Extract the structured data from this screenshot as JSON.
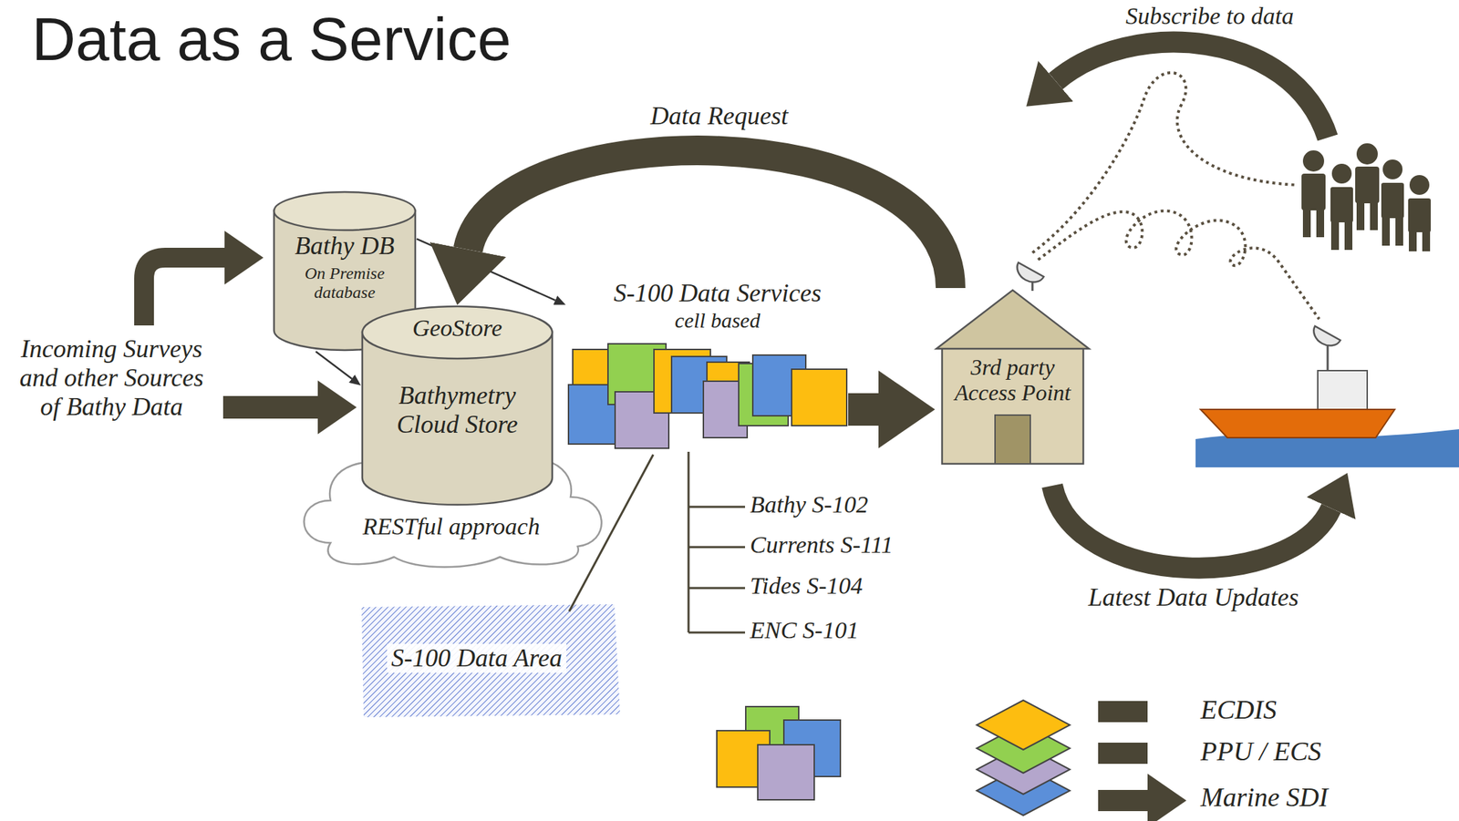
{
  "diagram": {
    "title": "Data as a Service",
    "nodes": [
      {
        "text": [
          "Bathy DB",
          "On Premise database"
        ]
      },
      {
        "text": [
          "GeoStore",
          "Bathymetry Cloud Store"
        ]
      },
      {
        "text": [
          "RESTful approach"
        ]
      },
      {
        "text": [
          "S-100 Data Services",
          "cell based"
        ]
      },
      {
        "text": [
          "3rd party Access Point"
        ]
      }
    ],
    "edges": [
      {
        "from": 0,
        "to": 1,
        "arrow": "to"
      },
      {
        "from": 0,
        "to": 3,
        "arrow": "to"
      },
      {
        "from": 3,
        "to": 4,
        "arrow": "to"
      },
      {
        "from": 4,
        "to": 1,
        "label": "Data Request",
        "arrow": "to"
      }
    ],
    "labels": [
      "Incoming Surveys and other Sources of Bathy Data",
      "Bathy S-102",
      "Currents S-111",
      "Tides S-104",
      "ENC S-101",
      "S-100 Data Area",
      "Subscribe to data",
      "Latest Data Updates",
      "ECDIS",
      "PPU / ECS",
      "Marine SDI"
    ]
  }
}
